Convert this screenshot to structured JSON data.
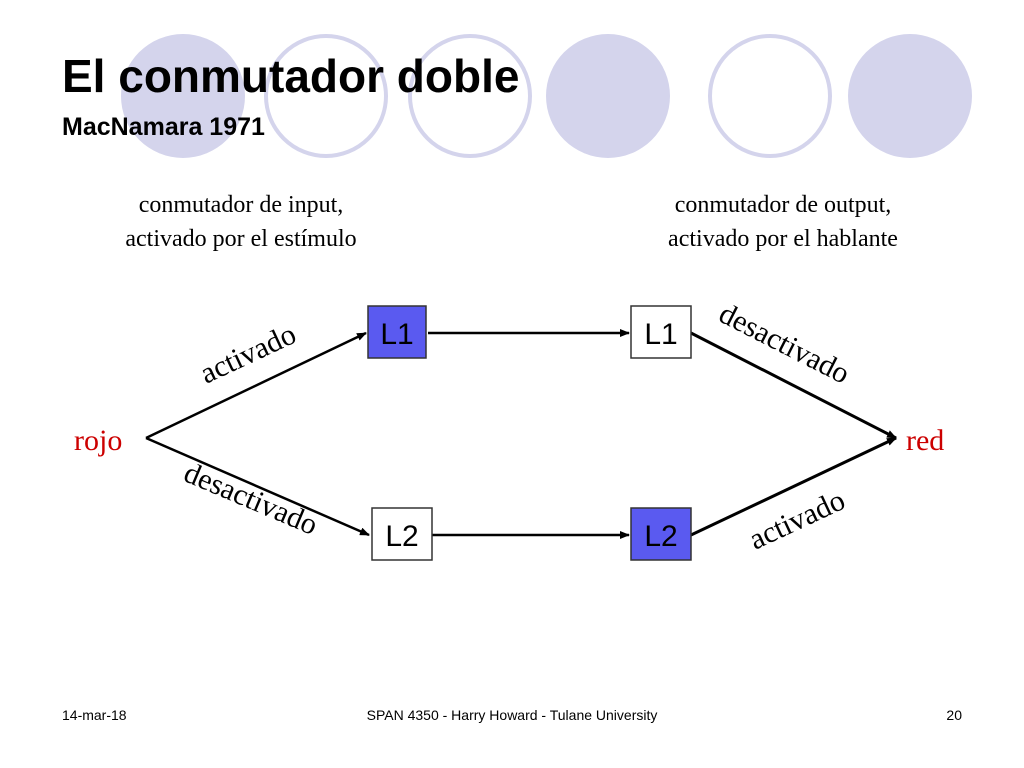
{
  "slide": {
    "title": "El conmutador doble",
    "subtitle": "MacNamara 1971"
  },
  "captions": {
    "input": {
      "line1": "conmutador de input,",
      "line2": "activado por el estímulo"
    },
    "output": {
      "line1": "conmutador de output,",
      "line2": "activado por el hablante"
    }
  },
  "diagram": {
    "source": "rojo",
    "target": "red",
    "input_switch": {
      "top": {
        "label": "L1",
        "active": true
      },
      "bottom": {
        "label": "L2",
        "active": false
      }
    },
    "output_switch": {
      "top": {
        "label": "L1",
        "active": false
      },
      "bottom": {
        "label": "L2",
        "active": true
      }
    },
    "edge_labels": {
      "input_top": "activado",
      "input_bottom": "desactivado",
      "output_top": "desactivado",
      "output_bottom": "activado"
    }
  },
  "footer": {
    "date": "14-mar-18",
    "course": "SPAN 4350 - Harry Howard - Tulane University",
    "page": "20"
  },
  "colors": {
    "active_fill": "#5a5af0",
    "inactive_fill": "#ffffff",
    "node_text": "#cc0000",
    "circle_fill": "#d4d4ec",
    "circle_stroke": "#d4d4ec"
  }
}
